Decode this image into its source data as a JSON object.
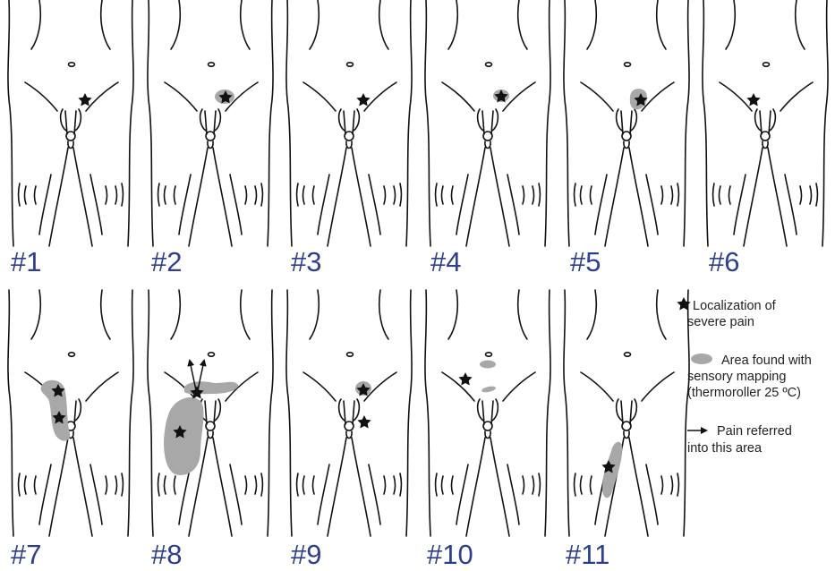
{
  "colors": {
    "label": "#2e3f8f",
    "shading": "#a8a8a8",
    "outline": "#111111",
    "star": "#111111"
  },
  "panels": [
    {
      "label": "#1",
      "stars": 1,
      "areas": 0,
      "arrows": 0
    },
    {
      "label": "#2",
      "stars": 1,
      "areas": 1,
      "arrows": 0
    },
    {
      "label": "#3",
      "stars": 1,
      "areas": 0,
      "arrows": 0
    },
    {
      "label": "#4",
      "stars": 1,
      "areas": 1,
      "arrows": 0
    },
    {
      "label": "#5",
      "stars": 1,
      "areas": 1,
      "arrows": 0
    },
    {
      "label": "#6",
      "stars": 1,
      "areas": 0,
      "arrows": 0
    },
    {
      "label": "#7",
      "stars": 2,
      "areas": 1,
      "arrows": 0
    },
    {
      "label": "#8",
      "stars": 2,
      "areas": 2,
      "arrows": 2
    },
    {
      "label": "#9",
      "stars": 2,
      "areas": 1,
      "arrows": 0
    },
    {
      "label": "#10",
      "stars": 1,
      "areas": 2,
      "arrows": 0
    },
    {
      "label": "#11",
      "stars": 1,
      "areas": 1,
      "arrows": 0
    }
  ],
  "legend": {
    "star": {
      "line1": "Localization of",
      "line2": "severe pain",
      "icon": "star-icon"
    },
    "area": {
      "line1": "Area found with",
      "line2": "sensory mapping",
      "line3": "(thermoroller 25 ºC)",
      "icon": "gray-ellipse-icon"
    },
    "arrow": {
      "line1": "Pain referred",
      "line2": "into this area",
      "icon": "arrow-icon"
    }
  }
}
